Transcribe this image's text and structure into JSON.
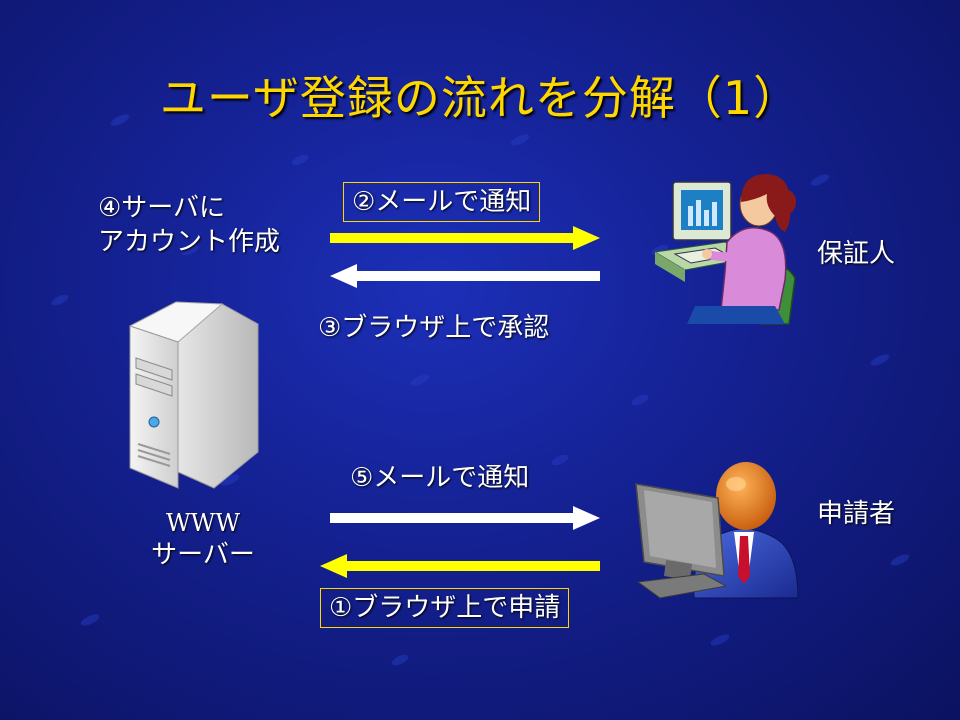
{
  "slide": {
    "title": "ユーザ登録の流れを分解（1）",
    "server": {
      "line1": "WWW",
      "line2": "サーバー"
    },
    "guarantor_label": "保証人",
    "applicant_label": "申請者",
    "account_creation": {
      "line1": "④サーバに",
      "line2": "アカウント作成"
    },
    "steps": {
      "step2": "②メールで通知",
      "step3": "③ブラウザ上で承認",
      "step5": "⑤メールで通知",
      "step1": "①ブラウザ上で申請"
    }
  },
  "colors": {
    "background": "#14208f",
    "title": "#ffd700",
    "arrow_yellow": "#ffff00",
    "arrow_white": "#ffffff",
    "box_border": "#ffd700"
  }
}
